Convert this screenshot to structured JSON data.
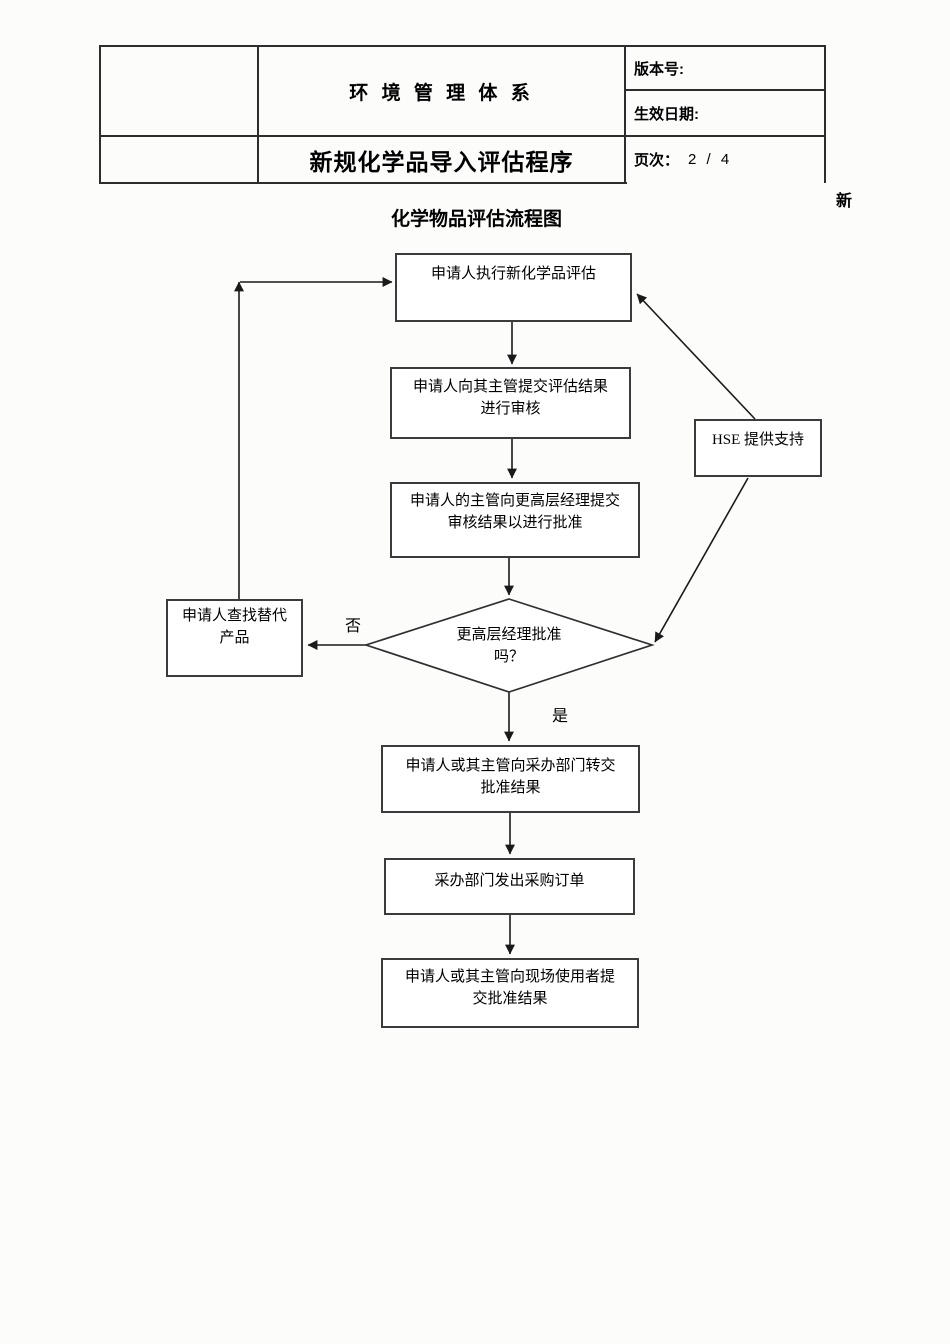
{
  "header": {
    "system_title": "环 境 管 理 体 系",
    "doc_title": "新规化学品导入评估程序",
    "version_label": "版本号:",
    "effective_date_label": "生效日期:",
    "page_label": "页次：",
    "page_value": "2 / 4"
  },
  "overflow_char": "新",
  "flow_title": "化学物品评估流程图",
  "flow": {
    "nodes": {
      "evaluate": {
        "lines": [
          "申请人执行新化学品评估"
        ]
      },
      "submit_review": {
        "lines": [
          "申请人向其主管提交评估结果",
          "进行审核"
        ]
      },
      "submit_approval": {
        "lines": [
          "申请人的主管向更高层经理提交",
          "审核结果以进行批准"
        ]
      },
      "decision": {
        "lines": [
          "更高层经理批准",
          "吗？"
        ]
      },
      "alternative": {
        "lines": [
          "申请人查找替代",
          "产品"
        ]
      },
      "hse": {
        "lines": [
          "HSE 提供支持"
        ]
      },
      "forward_procurement": {
        "lines": [
          "申请人或其主管向采办部门转交",
          "批准结果"
        ]
      },
      "purchase_order": {
        "lines": [
          "采办部门发出采购订单"
        ]
      },
      "site_users": {
        "lines": [
          "申请人或其主管向现场使用者提",
          "交批准结果"
        ]
      }
    },
    "edge_labels": {
      "no": "否",
      "yes": "是"
    }
  },
  "colors": {
    "line": "#1a1a1a",
    "box_border": "#3b3b3b",
    "text": "#000000",
    "page_bg": "#fcfcfa"
  }
}
